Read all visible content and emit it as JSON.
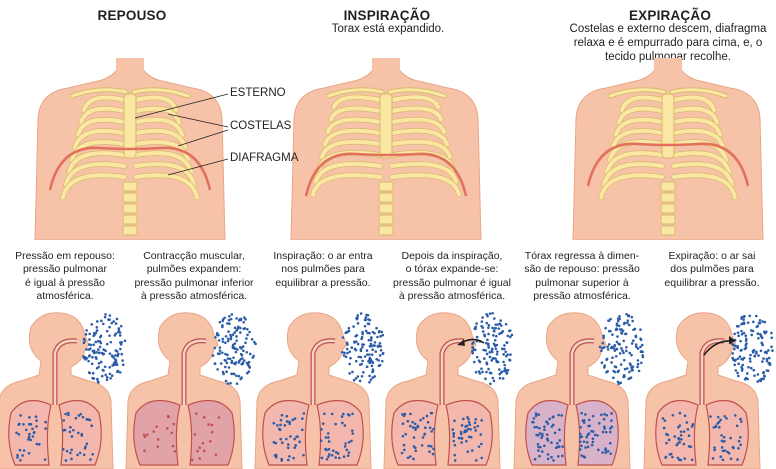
{
  "headers": {
    "rest": "REPOUSO",
    "inspiration": "INSPIRAÇÃO",
    "expiration": "EXPIRAÇÃO"
  },
  "subtitles": {
    "inspiration": "Torax está expandido.",
    "expiration_1": "Costelas e externo descem, diafragma",
    "expiration_2": "relaxa e é empurrado para cima, e, o",
    "expiration_3": "tecido pulmonar recolhe."
  },
  "labels": {
    "sternum": "ESTERNO",
    "ribs": "COSTELAS",
    "diaphragm": "DIAFRAGMA"
  },
  "captions": [
    [
      "Pressão em repouso:",
      "pressão pulmonar",
      "é igual à pressão",
      "atmosférica."
    ],
    [
      "Contracção muscular,",
      "pulmões expandem:",
      "pressão pulmonar inferior",
      "à pressão atmosférica."
    ],
    [
      "Inspiração: o ar entra",
      "nos pulmões para",
      "equilibrar a pressão."
    ],
    [
      "Depois da inspiração,",
      "o tórax expande-se:",
      "pressão pulmonar é igual",
      "à pressão atmosférica."
    ],
    [
      "Tórax regressa à dimen-",
      "são de repouso: pressão",
      "pulmonar superior à",
      "pressão atmosférica."
    ],
    [
      "Expiração: o ar sai",
      "dos pulmões para",
      "equilibrar a pressão."
    ]
  ],
  "colors": {
    "skin": "#f6c3a8",
    "skin_dark": "#eaa686",
    "bone": "#fbe7a4",
    "bone_stroke": "#d8b96a",
    "diaphragm": "#e2705c",
    "lung_fill": "#f3b7ad",
    "lung_dense": "#e2a3a8",
    "air_dots": "#2a5ca8",
    "airway": "#c0504d"
  }
}
